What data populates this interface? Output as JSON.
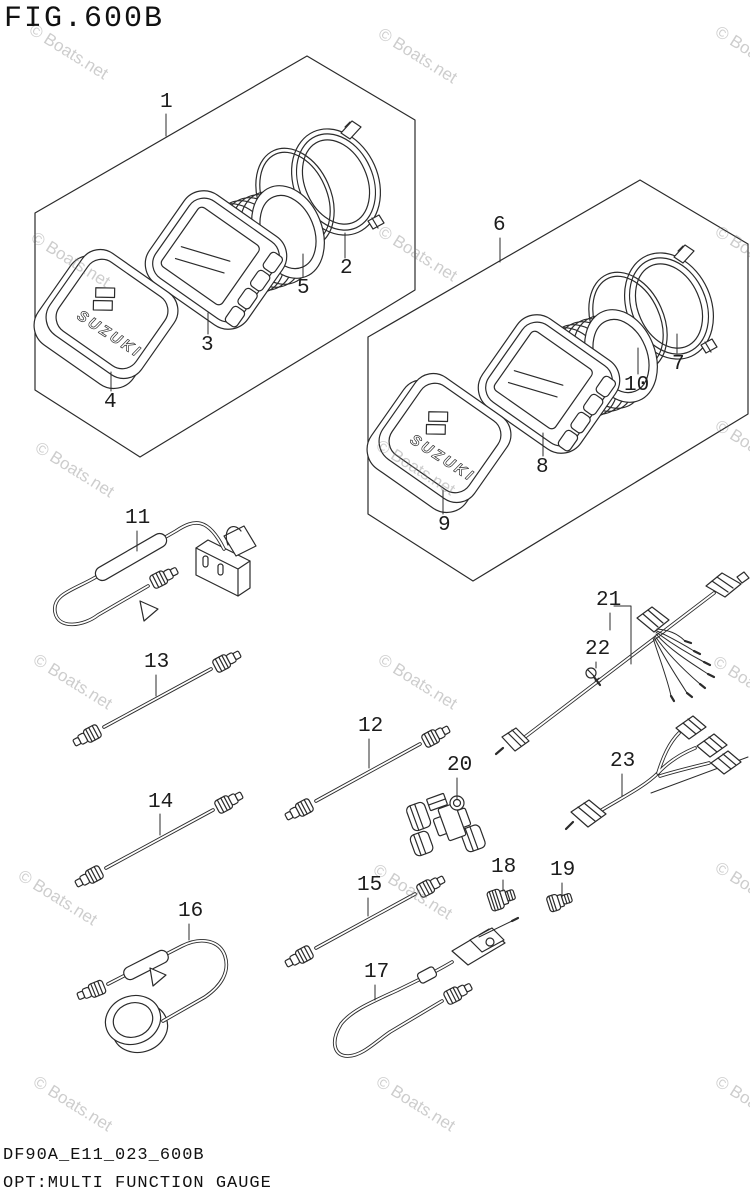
{
  "figure": {
    "title": "FIG.600B",
    "part_code": "DF90A_E11_023_600B",
    "caption": "OPT:MULTI FUNCTION GAUGE"
  },
  "watermark": {
    "text": "© Boats.net"
  },
  "brand": {
    "logo_text": "SUZUKI"
  },
  "labels": {
    "p1": "1",
    "p2": "2",
    "p3": "3",
    "p4": "4",
    "p5": "5",
    "p6": "6",
    "p7": "7",
    "p8": "8",
    "p9": "9",
    "p10": "10",
    "p11": "11",
    "p12": "12",
    "p13": "13",
    "p14": "14",
    "p15": "15",
    "p16": "16",
    "p17": "17",
    "p18": "18",
    "p19": "19",
    "p20": "20",
    "p21": "21",
    "p22": "22",
    "p23": "23"
  }
}
